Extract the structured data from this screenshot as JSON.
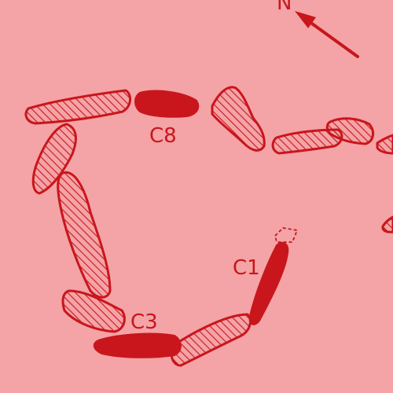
{
  "diagram": {
    "background": "#f4a3a6",
    "ink": "#c8161c",
    "north_label": "N",
    "stone_labels": {
      "c1": "C1",
      "c3": "C3",
      "c8": "C8"
    }
  }
}
